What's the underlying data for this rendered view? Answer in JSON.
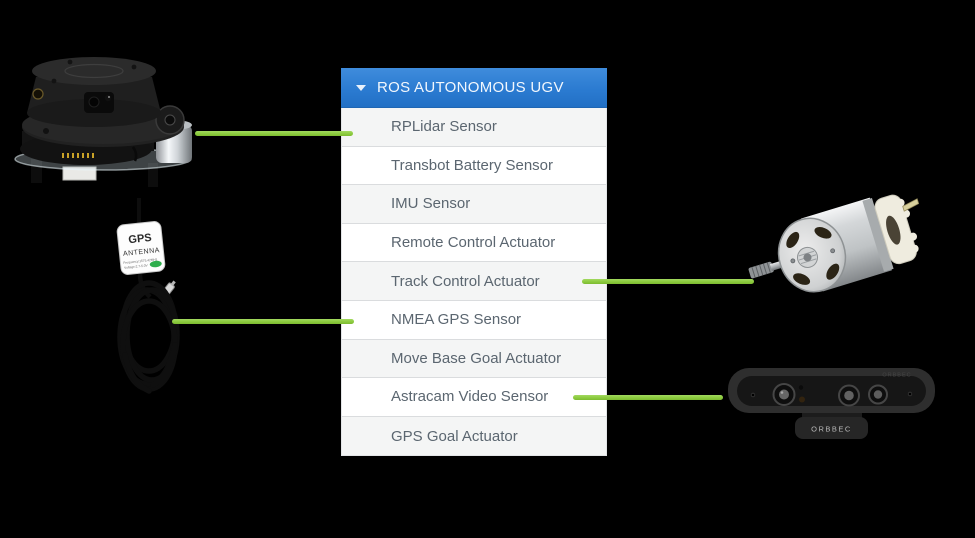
{
  "menu": {
    "title": "ROS AUTONOMOUS UGV",
    "items": [
      {
        "label": "RPLidar Sensor"
      },
      {
        "label": "Transbot Battery Sensor"
      },
      {
        "label": "IMU Sensor"
      },
      {
        "label": "Remote Control Actuator"
      },
      {
        "label": "Track Control Actuator"
      },
      {
        "label": "NMEA GPS Sensor"
      },
      {
        "label": "Move Base Goal Actuator"
      },
      {
        "label": "Astracam Video Sensor"
      },
      {
        "label": "GPS Goal Actuator"
      }
    ]
  },
  "devices": {
    "gps_antenna": {
      "line1": "GPS",
      "line2": "ANTENNA",
      "spec1": "Frequency:1575.42MHz",
      "spec2": "Voltage:2.7-5.0V"
    },
    "camera": {
      "brand": "ORBBEC",
      "brand_top": "ORBBEC"
    }
  },
  "colors": {
    "header_blue": "#2b7bd1",
    "connector_green": "#8ccb3e",
    "background": "#000000",
    "row_alt": "#f4f5f5",
    "item_text": "#5b6670"
  }
}
